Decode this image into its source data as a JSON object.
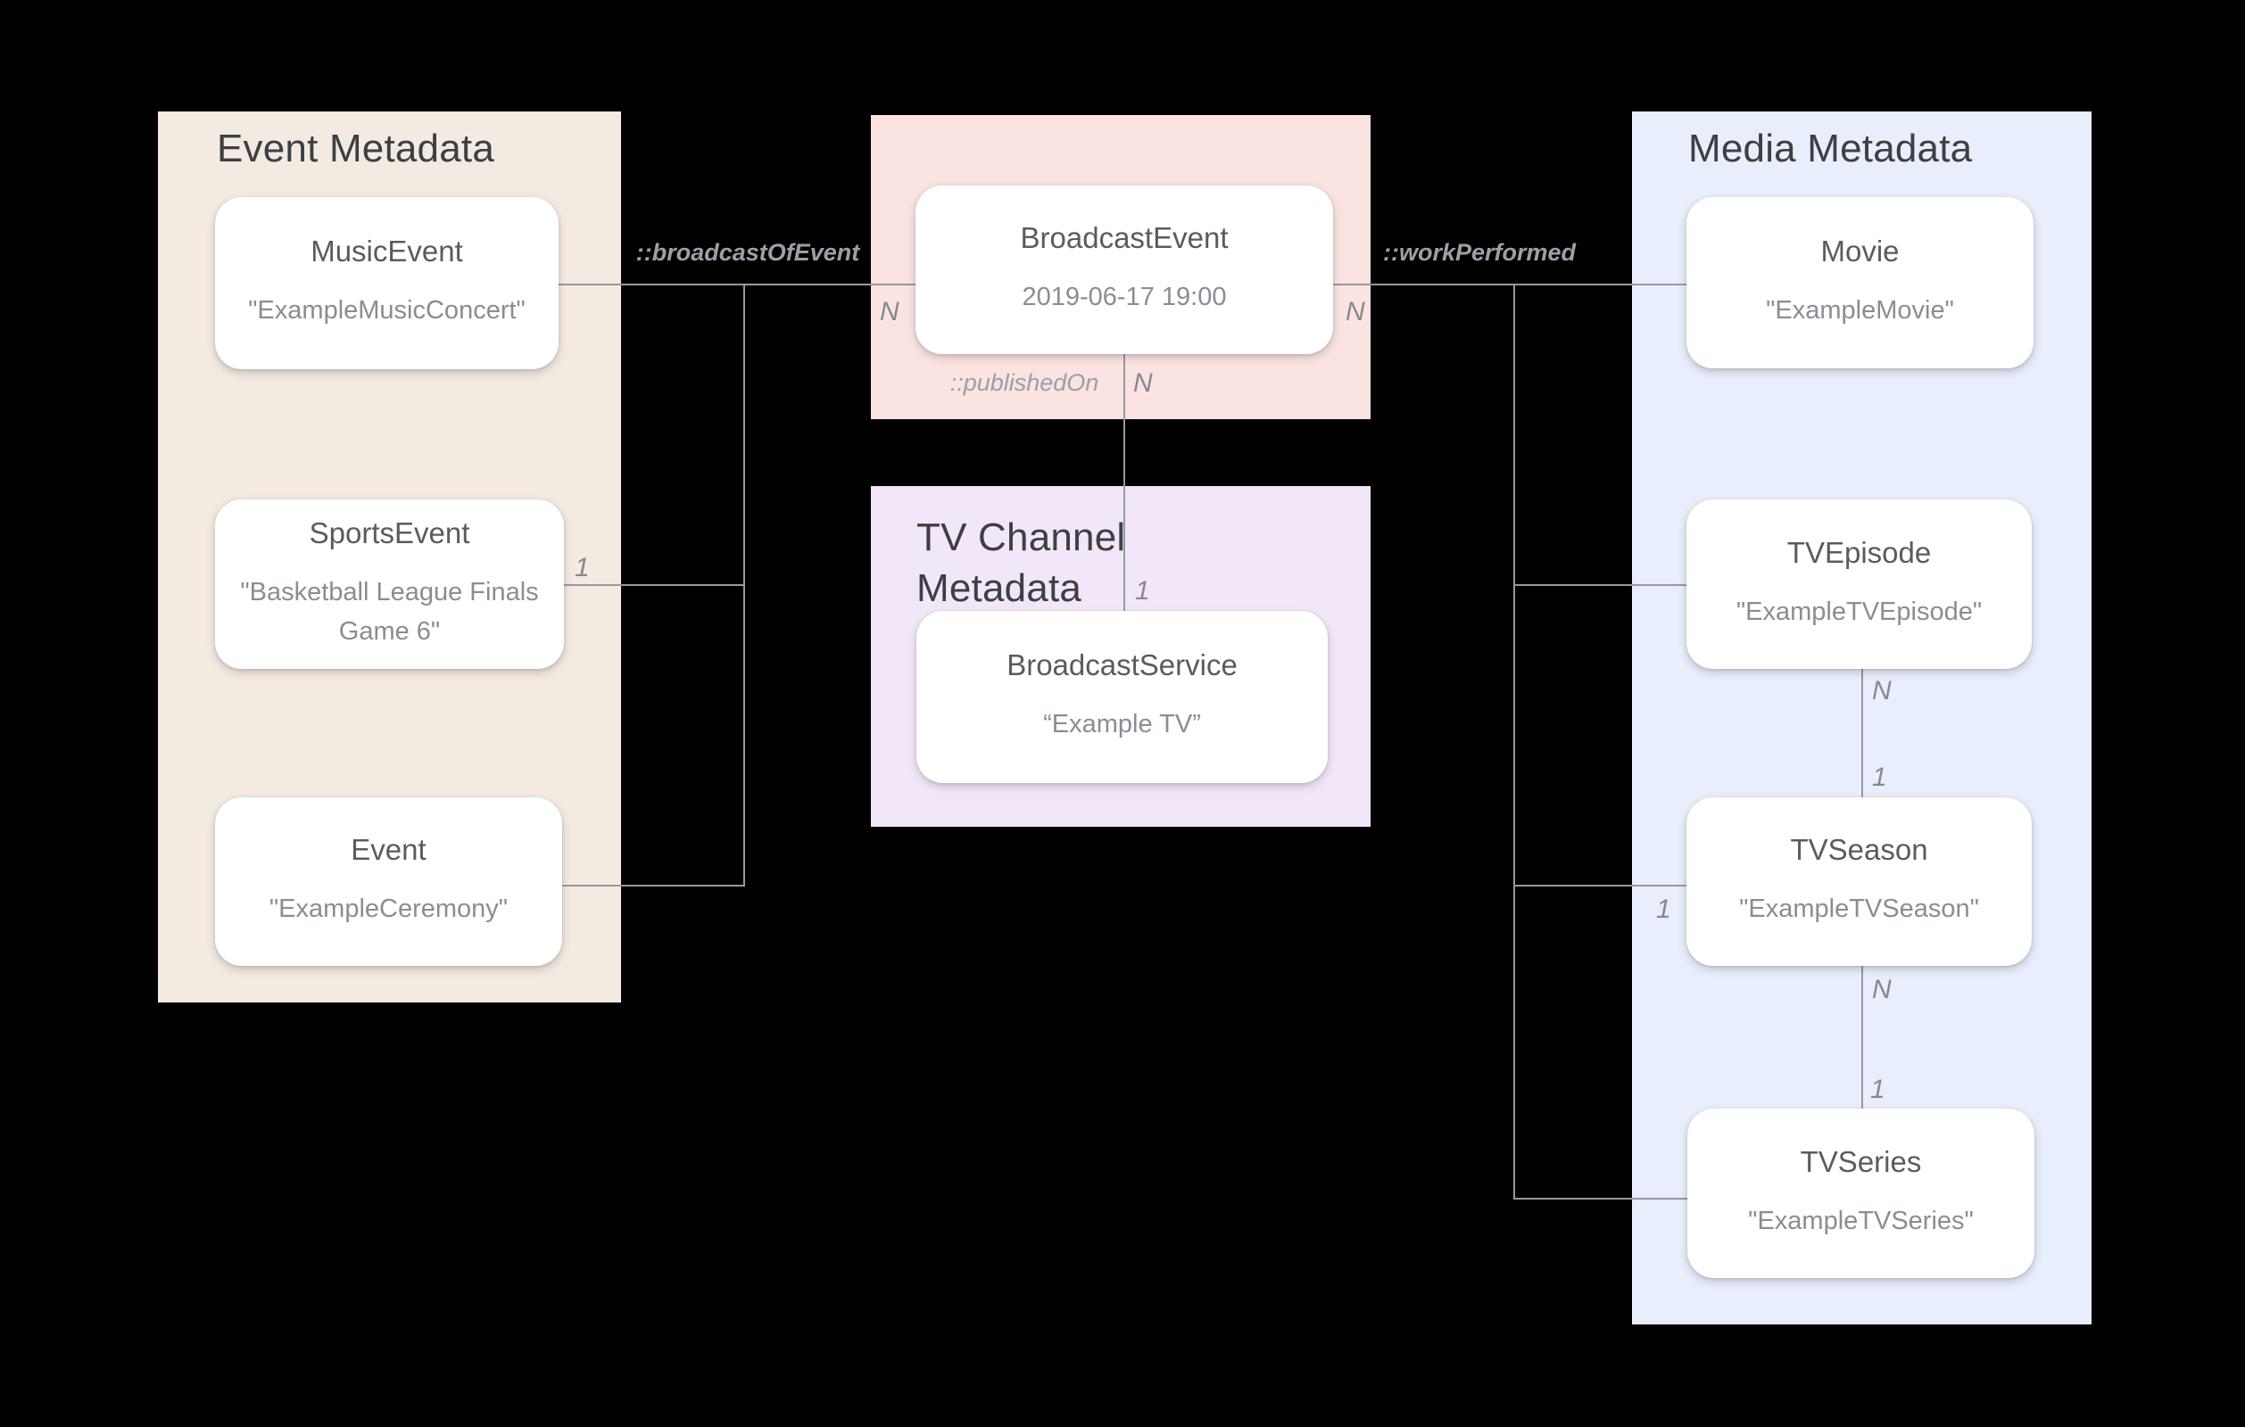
{
  "diagram": {
    "panels": {
      "event": {
        "title": "Event Metadata"
      },
      "tv_channel": {
        "title": "TV Channel Metadata"
      },
      "media": {
        "title": "Media Metadata"
      }
    },
    "nodes": {
      "music_event": {
        "title": "MusicEvent",
        "value": "\"ExampleMusicConcert\""
      },
      "sports_event": {
        "title": "SportsEvent",
        "value": "\"Basketball League Finals Game 6\""
      },
      "event": {
        "title": "Event",
        "value": "\"ExampleCeremony\""
      },
      "broadcast_event": {
        "title": "BroadcastEvent",
        "value": "2019-06-17 19:00"
      },
      "broadcast_service": {
        "title": "BroadcastService",
        "value": "“Example TV”"
      },
      "movie": {
        "title": "Movie",
        "value": "\"ExampleMovie\""
      },
      "tv_episode": {
        "title": "TVEpisode",
        "value": "\"ExampleTVEpisode\""
      },
      "tv_season": {
        "title": "TVSeason",
        "value": "\"ExampleTVSeason\""
      },
      "tv_series": {
        "title": "TVSeries",
        "value": "\"ExampleTVSeries\""
      }
    },
    "edge_labels": {
      "broadcast_of_event": "::broadcastOfEvent",
      "work_performed": "::workPerformed",
      "published_on": "::publishedOn"
    },
    "cardinalities": {
      "broadcast_event_left_n": "N",
      "broadcast_event_right_n": "N",
      "published_on_n": "N",
      "published_on_1": "1",
      "sports_event_1": "1",
      "tv_season_left_1": "1",
      "episode_to_season_n": "N",
      "episode_to_season_1": "1",
      "season_to_series_n": "N",
      "season_to_series_1": "1"
    },
    "colors": {
      "background": "#000000",
      "event_panel": "#F3EAE2",
      "broadcast_panel": "#FAE3E1",
      "tv_channel_panel": "#F2E7F9",
      "media_panel": "#E8EEFB",
      "node_bg": "#FFFFFF",
      "line": "#97999E",
      "panel_title": "#3C4043",
      "node_title": "#585C61",
      "node_value": "#878E94",
      "edge_label": "#9AA0A6",
      "cardinality": "#868A8F"
    }
  }
}
